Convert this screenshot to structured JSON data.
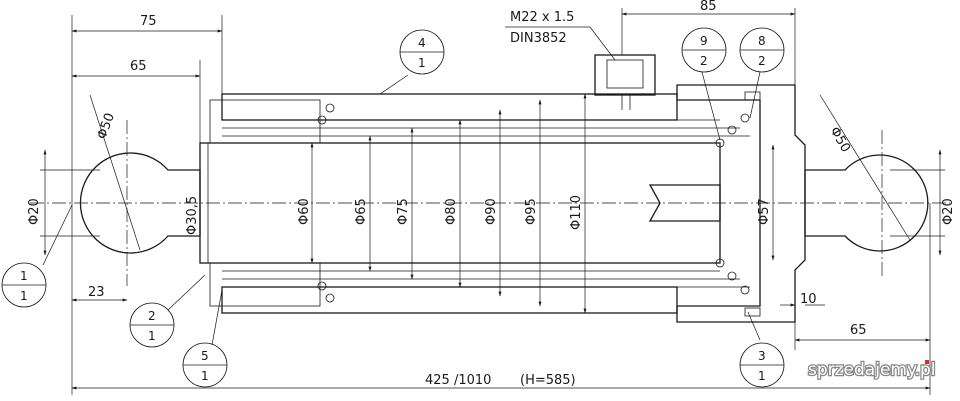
{
  "dimensions": {
    "top_75": "75",
    "top_65": "65",
    "top_85": "85",
    "thread_line1": "M22 x 1.5",
    "thread_line2": "DIN3852",
    "dia_ball_left": "Φ50",
    "dia_ball_right": "Φ50",
    "dia_pin_left": "Φ20",
    "dia_pin_right": "Φ20",
    "dia_30_5": "Φ30,5",
    "dia_60": "Φ60",
    "dia_65": "Φ65",
    "dia_75": "Φ75",
    "dia_80": "Φ80",
    "dia_90": "Φ90",
    "dia_95": "Φ95",
    "dia_110": "Φ110",
    "dia_57": "Φ57",
    "left_23": "23",
    "right_10": "10",
    "right_65": "65",
    "bottom_total": "425 /1010",
    "bottom_h": "(H=585)"
  },
  "balloons": [
    {
      "top": "1",
      "bottom": "1"
    },
    {
      "top": "2",
      "bottom": "1"
    },
    {
      "top": "5",
      "bottom": "1"
    },
    {
      "top": "4",
      "bottom": "1"
    },
    {
      "top": "9",
      "bottom": "2"
    },
    {
      "top": "8",
      "bottom": "2"
    },
    {
      "top": "3",
      "bottom": "1"
    }
  ],
  "watermark": "sprzedajemy.pl",
  "colors": {
    "line": "#1a1a1a",
    "watermark_bg": "#e32626"
  }
}
